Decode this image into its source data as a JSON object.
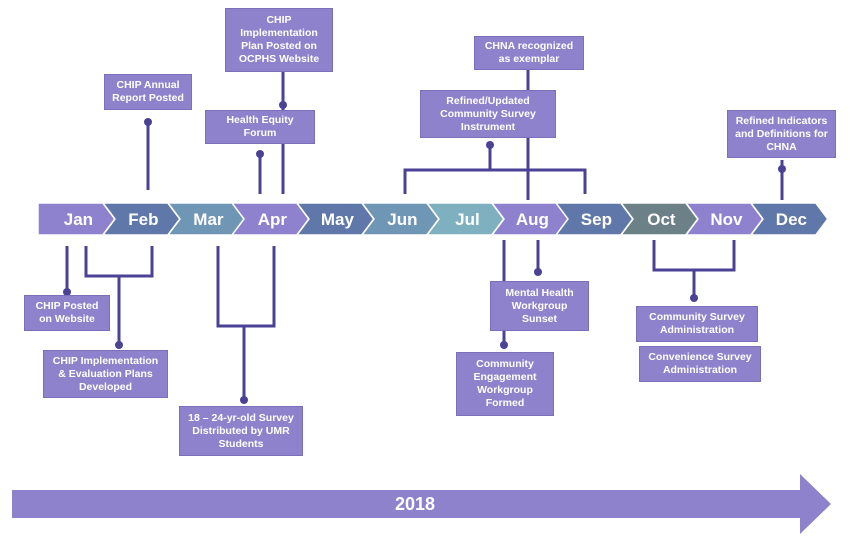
{
  "months": [
    {
      "label": "Jan",
      "color": "#8e82cf"
    },
    {
      "label": "Feb",
      "color": "#5f78a9"
    },
    {
      "label": "Mar",
      "color": "#6f96b5"
    },
    {
      "label": "Apr",
      "color": "#8e82cf"
    },
    {
      "label": "May",
      "color": "#5f78a9"
    },
    {
      "label": "Jun",
      "color": "#6f96b5"
    },
    {
      "label": "Jul",
      "color": "#7fb0bf"
    },
    {
      "label": "Aug",
      "color": "#8e82cf"
    },
    {
      "label": "Sep",
      "color": "#5f78a9"
    },
    {
      "label": "Oct",
      "color": "#6c8088"
    },
    {
      "label": "Nov",
      "color": "#8e82cf"
    },
    {
      "label": "Dec",
      "color": "#5f78a9"
    }
  ],
  "events": {
    "chip_annual": "CHIP Annual\nReport Posted",
    "chip_impl_plan": "CHIP\nImplementation\nPlan Posted on\nOCPHS Website",
    "health_equity": "Health Equity\nForum",
    "chna_recognized": "CHNA recognized\nas exemplar",
    "refined_survey": "Refined/Updated\nCommunity Survey\nInstrument",
    "refined_indicators": "Refined Indicators\nand Definitions for\nCHNA",
    "chip_posted": "CHIP Posted\non Website",
    "chip_eval": "CHIP Implementation\n& Evaluation Plans\nDeveloped",
    "survey_1824": "18 – 24-yr-old Survey\nDistributed by UMR\nStudents",
    "mental_health": "Mental Health\nWorkgroup\nSunset",
    "community_engagement": "Community\nEngagement\nWorkgroup\nFormed",
    "community_survey_admin": "Community Survey\nAdministration",
    "convenience_survey_admin": "Convenience Survey\nAdministration"
  },
  "year": "2018",
  "colors": {
    "line": "#4b4296",
    "box": "#8f82cc",
    "year_arrow": "#8f82cc"
  }
}
